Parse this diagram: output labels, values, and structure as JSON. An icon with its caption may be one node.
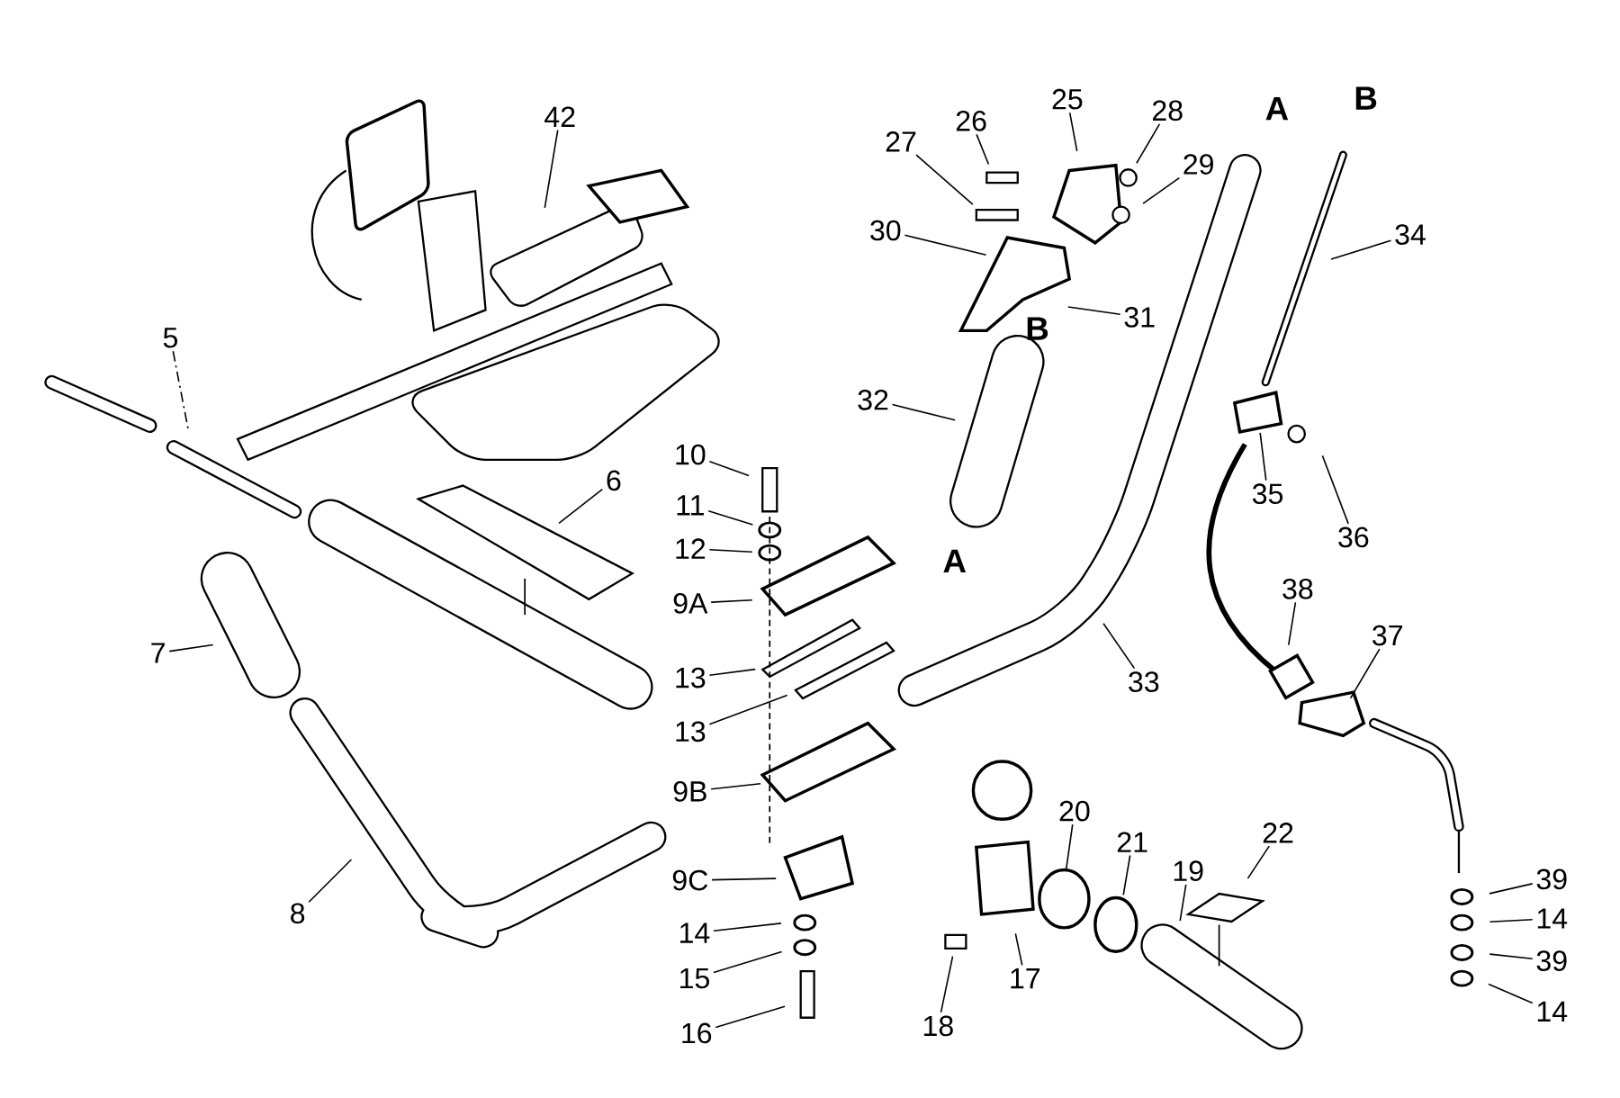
{
  "diagram": {
    "nodes": [
      {
        "text": [
          "42"
        ]
      },
      {
        "text": [
          "26"
        ]
      },
      {
        "text": [
          "25"
        ]
      },
      {
        "text": [
          "28"
        ]
      },
      {
        "text": [
          "27"
        ]
      },
      {
        "text": [
          "29"
        ]
      },
      {
        "text": [
          "30"
        ]
      },
      {
        "text": [
          "34"
        ]
      },
      {
        "text": [
          "31"
        ]
      },
      {
        "text": [
          "5"
        ]
      },
      {
        "text": [
          "32"
        ]
      },
      {
        "text": [
          "10"
        ]
      },
      {
        "text": [
          "6"
        ]
      },
      {
        "text": [
          "11"
        ]
      },
      {
        "text": [
          "35"
        ]
      },
      {
        "text": [
          "36"
        ]
      },
      {
        "text": [
          "12"
        ]
      },
      {
        "text": [
          "38"
        ]
      },
      {
        "text": [
          "9A"
        ]
      },
      {
        "text": [
          "37"
        ]
      },
      {
        "text": [
          "7"
        ]
      },
      {
        "text": [
          "13"
        ]
      },
      {
        "text": [
          "33"
        ]
      },
      {
        "text": [
          "13"
        ]
      },
      {
        "text": [
          "9B"
        ]
      },
      {
        "text": [
          "20"
        ]
      },
      {
        "text": [
          "22"
        ]
      },
      {
        "text": [
          "21"
        ]
      },
      {
        "text": [
          "19"
        ]
      },
      {
        "text": [
          "39"
        ]
      },
      {
        "text": [
          "9C"
        ]
      },
      {
        "text": [
          "8"
        ]
      },
      {
        "text": [
          "14"
        ]
      },
      {
        "text": [
          "14"
        ]
      },
      {
        "text": [
          "15"
        ]
      },
      {
        "text": [
          "17"
        ]
      },
      {
        "text": [
          "39"
        ]
      },
      {
        "text": [
          "18"
        ]
      },
      {
        "text": [
          "16"
        ]
      },
      {
        "text": [
          "14"
        ]
      }
    ],
    "edges": [
      {
        "from": 0,
        "to": null,
        "arrow": "none"
      },
      {
        "from": 1,
        "to": null,
        "arrow": "none"
      },
      {
        "from": 2,
        "to": null,
        "arrow": "none"
      },
      {
        "from": 3,
        "to": null,
        "arrow": "none"
      },
      {
        "from": 4,
        "to": null,
        "arrow": "none"
      },
      {
        "from": 5,
        "to": null,
        "arrow": "none"
      },
      {
        "from": 6,
        "to": null,
        "arrow": "none"
      },
      {
        "from": 7,
        "to": null,
        "arrow": "none"
      },
      {
        "from": 8,
        "to": null,
        "arrow": "none"
      },
      {
        "from": 9,
        "to": null,
        "arrow": "none",
        "style": "dashed"
      },
      {
        "from": 10,
        "to": null,
        "arrow": "none"
      },
      {
        "from": 11,
        "to": null,
        "arrow": "none"
      },
      {
        "from": 12,
        "to": null,
        "arrow": "none"
      },
      {
        "from": 13,
        "to": null,
        "arrow": "none"
      },
      {
        "from": 14,
        "to": null,
        "arrow": "none"
      },
      {
        "from": 15,
        "to": null,
        "arrow": "none"
      },
      {
        "from": 16,
        "to": null,
        "arrow": "none"
      },
      {
        "from": 17,
        "to": null,
        "arrow": "none"
      },
      {
        "from": 18,
        "to": null,
        "arrow": "none"
      },
      {
        "from": 19,
        "to": null,
        "arrow": "none"
      },
      {
        "from": 20,
        "to": null,
        "arrow": "none"
      },
      {
        "from": 21,
        "to": null,
        "arrow": "none"
      },
      {
        "from": 22,
        "to": null,
        "arrow": "none"
      },
      {
        "from": 23,
        "to": null,
        "arrow": "none"
      },
      {
        "from": 24,
        "to": null,
        "arrow": "none"
      },
      {
        "from": 25,
        "to": null,
        "arrow": "none"
      },
      {
        "from": 26,
        "to": null,
        "arrow": "none"
      },
      {
        "from": 27,
        "to": null,
        "arrow": "none"
      },
      {
        "from": 28,
        "to": null,
        "arrow": "none"
      },
      {
        "from": 29,
        "to": null,
        "arrow": "none"
      },
      {
        "from": 30,
        "to": null,
        "arrow": "none"
      },
      {
        "from": 31,
        "to": null,
        "arrow": "none"
      },
      {
        "from": 32,
        "to": null,
        "arrow": "none"
      },
      {
        "from": 33,
        "to": null,
        "arrow": "none"
      },
      {
        "from": 34,
        "to": null,
        "arrow": "none"
      },
      {
        "from": 35,
        "to": null,
        "arrow": "none"
      },
      {
        "from": 36,
        "to": null,
        "arrow": "none"
      },
      {
        "from": 37,
        "to": null,
        "arrow": "none"
      },
      {
        "from": 38,
        "to": null,
        "arrow": "none"
      },
      {
        "from": 39,
        "to": null,
        "arrow": "none"
      }
    ],
    "labels": [
      "B",
      "A",
      "B",
      "A"
    ]
  }
}
